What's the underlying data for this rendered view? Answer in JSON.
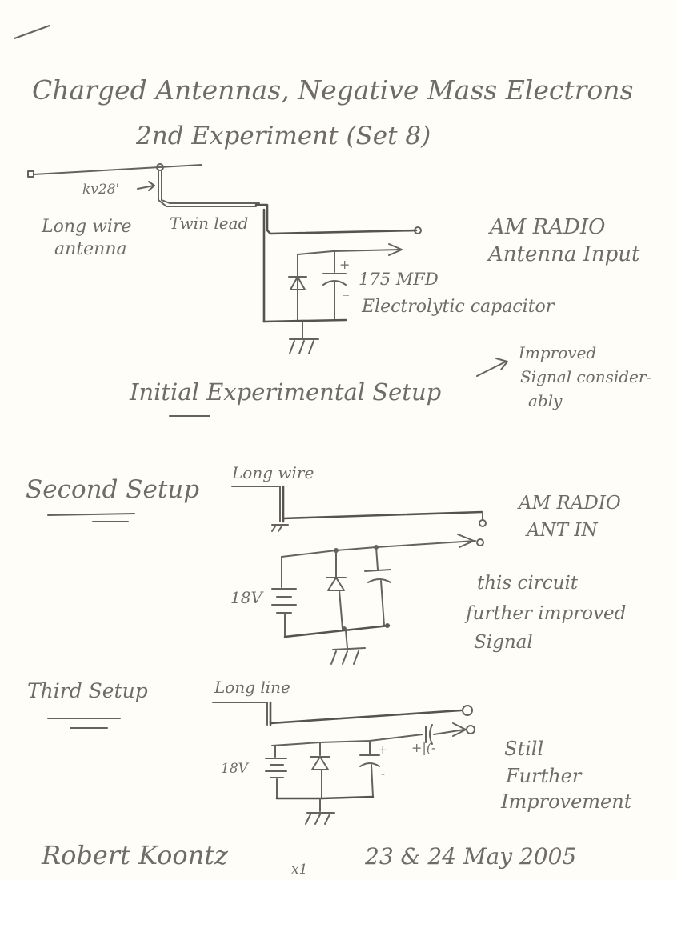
{
  "title": {
    "line1": "Charged Antennas, Negative Mass Electrons",
    "line2": "2nd Experiment (Set 8)"
  },
  "setup1": {
    "length_label": "kv28'",
    "antenna_label_1": "Long wire",
    "antenna_label_2": "antenna",
    "twin_lead": "Twin lead",
    "radio_label_1": "AM RADIO",
    "radio_label_2": "Antenna Input",
    "cap_value": "175 MFD",
    "cap_desc": "Electrolytic capacitor",
    "plus": "+",
    "minus": "_",
    "caption": "Initial Experimental Setup",
    "note_1": "Improved",
    "note_2": "Signal consider-",
    "note_3": "ably"
  },
  "setup2": {
    "heading": "Second Setup",
    "long_wire": "Long wire",
    "radio_label_1": "AM RADIO",
    "radio_label_2": "ANT IN",
    "battery": "18V",
    "note_1": "this circuit",
    "note_2": "further improved",
    "note_3": "Signal"
  },
  "setup3": {
    "heading": "Third Setup",
    "long_wire": "Long line",
    "battery": "18V",
    "plus": "+",
    "minus": "-",
    "cap_mark": "+|(-",
    "note_1": "Still",
    "note_2": "Further",
    "note_3": "Improvement"
  },
  "signature": "Robert Koontz",
  "initials": "x1",
  "date": "23 & 24 May 2005"
}
